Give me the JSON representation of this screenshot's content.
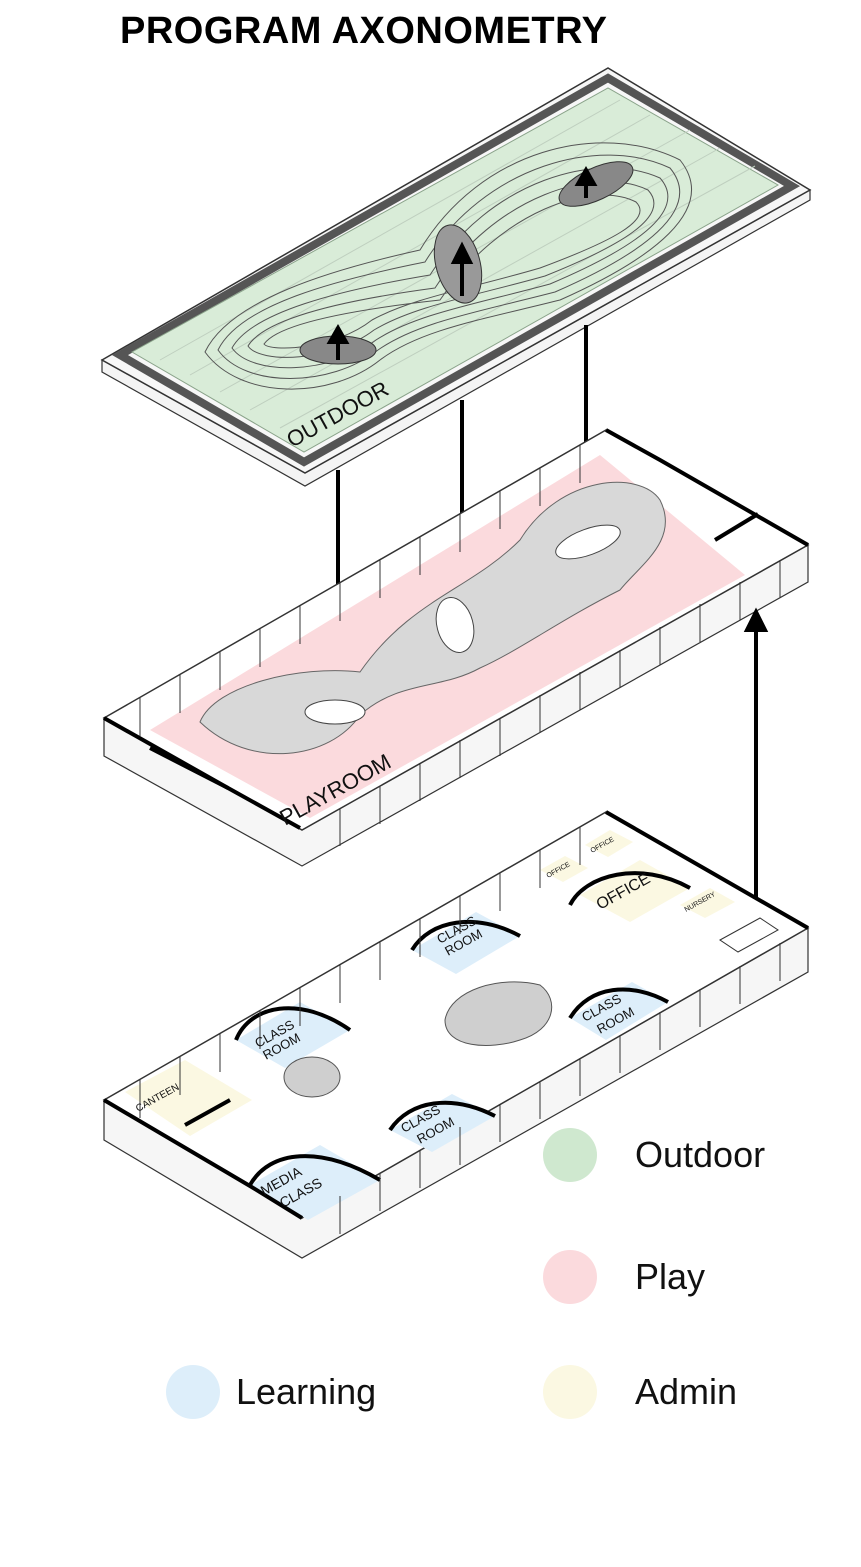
{
  "title": "PROGRAM AXONOMETRY",
  "levels": {
    "top": {
      "label": "OUTDOOR"
    },
    "middle": {
      "label": "PLAYROOM"
    },
    "ground": {
      "rooms": {
        "canteen": "CANTEEN",
        "classroom_1_line1": "CLASS",
        "classroom_1_line2": "ROOM",
        "classroom_2_line1": "CLASS",
        "classroom_2_line2": "ROOM",
        "classroom_3_line1": "CLASS",
        "classroom_3_line2": "ROOM",
        "classroom_4_line1": "CLASS",
        "classroom_4_line2": "ROOM",
        "media_line1": "MEDIA",
        "media_line2": "CLASS",
        "office": "OFFICE",
        "office_small_1": "OFFICE",
        "office_small_2": "OFFICE",
        "nursery": "NURSERY"
      }
    }
  },
  "legend": [
    {
      "key": "outdoor",
      "label": "Outdoor",
      "color": "#cfe8cf"
    },
    {
      "key": "play",
      "label": "Play",
      "color": "#fbdadd"
    },
    {
      "key": "learning",
      "label": "Learning",
      "color": "#ddeefa"
    },
    {
      "key": "admin",
      "label": "Admin",
      "color": "#fbf8e2"
    }
  ]
}
